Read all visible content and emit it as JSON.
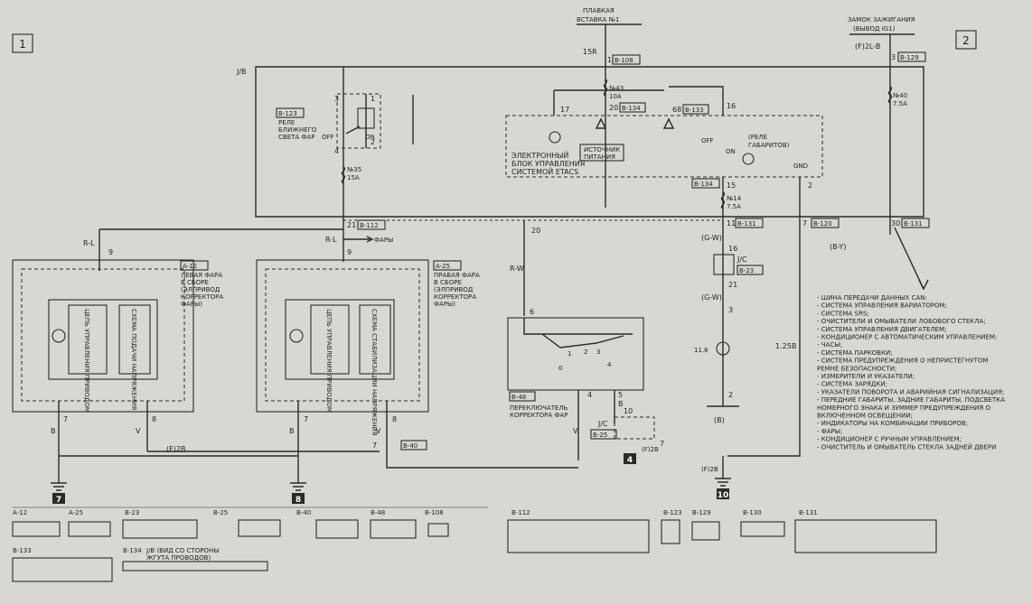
{
  "page_markers": {
    "left": "1",
    "right": "2"
  },
  "fuse_insert": {
    "title_line1": "ПЛАВКАЯ",
    "title_line2": "ВСТАВКА №1",
    "pin": "15R",
    "conn_pin": "1",
    "conn": "B-108"
  },
  "ignition": {
    "title_line1": "ЗАМОК ЗАЖИГАНИЯ",
    "title_line2": "(ВЫВОД IG1)",
    "conn_f": "(F)2L-B",
    "conn_pin": "3",
    "conn": "B-129"
  },
  "wire_labels": {
    "jb": "J/B",
    "rl_left": "R-L",
    "rl_mid": "R-L",
    "rw": "R-W",
    "gw_top": "(G-W)",
    "gw_mid": "(G-W)",
    "by": "(B-Y)",
    "b_paren": "(B)",
    "b_left": "B",
    "v_left": "V",
    "b_mid": "B",
    "v_mid": "V",
    "v_switch": "V",
    "b_switch": "B",
    "f2b_left": "(F)2B",
    "f2b_mid": "(F)2B",
    "f2b_right": "(F)2B",
    "wire_125b": "1.25B",
    "fary": "ФАРЫ"
  },
  "fuse43": {
    "num": "№43",
    "amp": "10A"
  },
  "fuse40": {
    "num": "№40",
    "amp": "7.5A"
  },
  "fuse35": {
    "num": "№35",
    "amp": "15A"
  },
  "fuse14": {
    "num": "№14",
    "amp": "7.5A"
  },
  "relay_low": {
    "conn": "B-123",
    "line1": "РЕЛЕ",
    "line2": "БЛИЖНЕГО",
    "line3": "СВЕТА ФАР",
    "off": "OFF",
    "on": "ON",
    "p3": "3",
    "p1": "1",
    "p4": "4",
    "p2": "2"
  },
  "etacs": {
    "line1": "ЭЛЕКТРОННЫЙ",
    "line2": "БЛОК УПРАВЛЕНИЯ",
    "line3": "СИСТЕМОЙ ETACS",
    "power1": "ИСТОЧНИК",
    "power2": "ПИТАНИЯ",
    "relay1": "(РЕЛЕ",
    "relay2": "ГАБАРИТОВ)",
    "off": "OFF",
    "on": "ON",
    "gnd": "GND",
    "p17": "17",
    "p20": "20",
    "c134": "B-134",
    "p68": "68",
    "c133": "B-133",
    "p16": "16",
    "p2": "2"
  },
  "mid_conns": {
    "p15": "15",
    "c134": "B-134",
    "p11": "11",
    "c131": "B-131",
    "p7": "7",
    "c120": "B-120",
    "p30": "30",
    "c131b": "B-131",
    "p21": "21",
    "c112": "B-112",
    "p20": "20"
  },
  "left_lamp": {
    "conn": "A-12",
    "line1": "ЛЕВАЯ ФАРА",
    "line2": "В СБОРЕ",
    "line3": "(ЭЛПРИВОД",
    "line4": "КОРРЕКТОРА",
    "line5": "ФАРЫ)",
    "ctrl": "ЦЕПЬ УПРАВЛЕНИЯ ПРИВОДОМ",
    "supply": "СХЕМА ПОДАЧИ НАПРЯЖЕНИЯ",
    "p9": "9",
    "p7": "7",
    "p8": "8"
  },
  "right_lamp": {
    "conn": "A-25",
    "line1": "ПРАВАЯ ФАРА",
    "line2": "В СБОРЕ",
    "line3": "(ЭЛПРИВОД",
    "line4": "КОРРЕКТОРА",
    "line5": "ФАРЫ)",
    "ctrl": "ЦЕПЬ УПРАВЛЕНИЯ ПРИВОДОМ",
    "supply": "СХЕМА СТАБИЛИЗАЦИИ НАПРЯЖЕНИЯ",
    "p9": "9",
    "p7": "7",
    "p8": "8"
  },
  "switch": {
    "conn": "B-48",
    "line1": "ПЕРЕКЛЮЧАТЕЛЬ",
    "line2": "КОРРЕКТОРА ФАР",
    "p6": "6",
    "p4": "4",
    "p5": "5",
    "s0": "0",
    "s1": "1",
    "s2": "2",
    "s3": "3",
    "s4": "4"
  },
  "jc23": {
    "name": "J/C",
    "conn": "B-23",
    "p16": "16",
    "p21": "21"
  },
  "jc25": {
    "name": "J/C",
    "conn": "B-25",
    "p10": "10",
    "p7": "7"
  },
  "lamp": {
    "label": "11.6",
    "p3": "3",
    "p2": "2"
  },
  "b40": {
    "pin": "7",
    "conn": "B-40"
  },
  "grounds": {
    "g7": "7",
    "g8": "8",
    "g4": "4",
    "g10": "10"
  },
  "can_list": [
    "- ШИНА ПЕРЕДАЧИ ДАННЫХ CAN:",
    "- СИСТЕМА УПРАВЛЕНИЯ ВАРИАТОРОМ;",
    "- СИСТЕМА SRS;",
    "- ОЧИСТИТЕЛИ И ОМЫВАТЕЛИ ЛОБОВОГО СТЕКЛА;",
    "- СИСТЕМА УПРАВЛЕНИЯ ДВИГАТЕЛЕМ;",
    "- КОНДИЦИОНЕР С АВТОМАТИЧЕСКИМ УПРАВЛЕНИЕМ;",
    "- ЧАСЫ;",
    "- СИСТЕМА ПАРКОВКИ;",
    "- СИСТЕМА ПРЕДУПРЕЖДЕНИЯ О НЕПРИСТЕГНУТОМ",
    "  РЕМНЕ БЕЗОПАСНОСТИ;",
    "- ИЗМЕРИТЕЛИ И УКАЗАТЕЛИ;",
    "- СИСТЕМА ЗАРЯДКИ;",
    "- УКАЗАТЕЛИ ПОВОРОТА И АВАРИЙНАЯ СИГНАЛИЗАЦИЯ;",
    "- ПЕРЕДНИЕ ГАБАРИТЫ, ЗАДНИЕ ГАБАРИТЫ, ПОДСВЕТКА",
    "  НОМЕРНОГО ЗНАКА И ЗУММЕР ПРЕДУПРЕЖДЕНИЯ О",
    "  ВКЛЮЧЕННОМ ОСВЕЩЕНИИ;",
    "- ИНДИКАТОРЫ НА КОМБИНАЦИИ ПРИБОРОВ;",
    "- ФАРЫ;",
    "- КОНДИЦИОНЕР С РУЧНЫМ УПРАВЛЕНИЕМ;",
    "- ОЧИСТИТЕЛЬ И ОМЫВАТЕЛЬ СТЕКЛА ЗАДНЕЙ ДВЕРИ"
  ],
  "connector_legend": {
    "a12": "A-12",
    "a25": "A-25",
    "b23": "B-23",
    "b25": "B-25",
    "b40": "B-40",
    "b48": "B-48",
    "b108": "B-108",
    "b133": "B-133",
    "b134": "B-134",
    "b134_note1": "J/B (ВИД СО СТОРОНЫ",
    "b134_note2": "ЖГУТА ПРОВОДОВ)",
    "b112": "B-112",
    "b123": "B-123",
    "b129": "B-129",
    "b130": "B-130",
    "b131": "B-131"
  }
}
